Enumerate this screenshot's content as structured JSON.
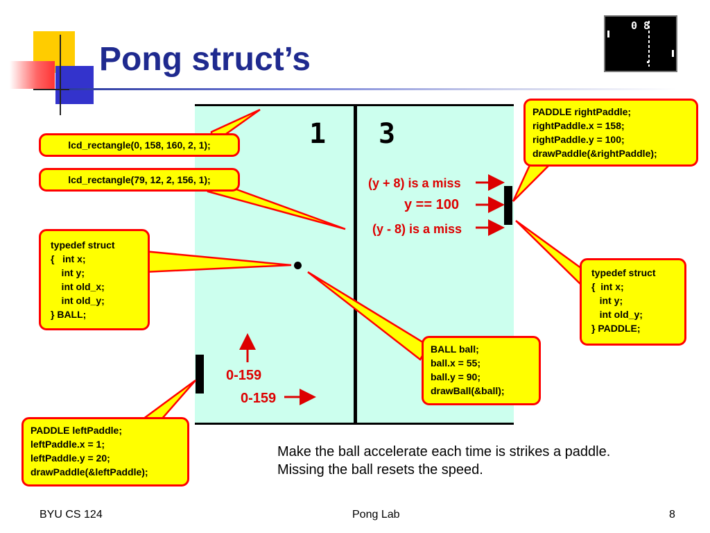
{
  "slide": {
    "title": "Pong struct’s",
    "score_left": "1",
    "score_right": "3",
    "miss_top": "(y + 8) is a miss",
    "hit_center": "y == 100",
    "miss_bottom": "(y - 8) is a miss",
    "axis_y_range": "0-159",
    "axis_x_range": "0-159",
    "bottom_text": [
      "Make the ball accelerate each time is strikes a paddle.",
      "Missing the ball resets the speed."
    ],
    "thumbnail_score": "0 8"
  },
  "callouts": {
    "lcd_rect_1": "lcd_rectangle(0, 158, 160, 2, 1);",
    "lcd_rect_2": "lcd_rectangle(79, 12, 2, 156, 1);",
    "ball_struct": [
      "typedef struct",
      "{   int x;",
      "    int y;",
      "    int old_x;",
      "    int old_y;",
      "} BALL;"
    ],
    "paddle_struct": [
      "typedef struct",
      "{  int x;",
      "   int y;",
      "   int old_y;",
      "} PADDLE;"
    ],
    "right_paddle": [
      "PADDLE rightPaddle;",
      "rightPaddle.x = 158;",
      "rightPaddle.y = 100;",
      "drawPaddle(&rightPaddle);"
    ],
    "ball_init": [
      "BALL ball;",
      "ball.x = 55;",
      "ball.y = 90;",
      "drawBall(&ball);"
    ],
    "left_paddle": [
      "PADDLE leftPaddle;",
      "leftPaddle.x = 1;",
      "leftPaddle.y = 20;",
      "drawPaddle(&leftPaddle);"
    ]
  },
  "footer": {
    "left": "BYU CS 124",
    "center": "Pong Lab",
    "page": "8"
  },
  "colors": {
    "title": "#1f2a8f",
    "court": "#ccffee",
    "callout_fill": "#ffff00",
    "callout_border": "#ff0000",
    "annotation": "#dd0000"
  }
}
